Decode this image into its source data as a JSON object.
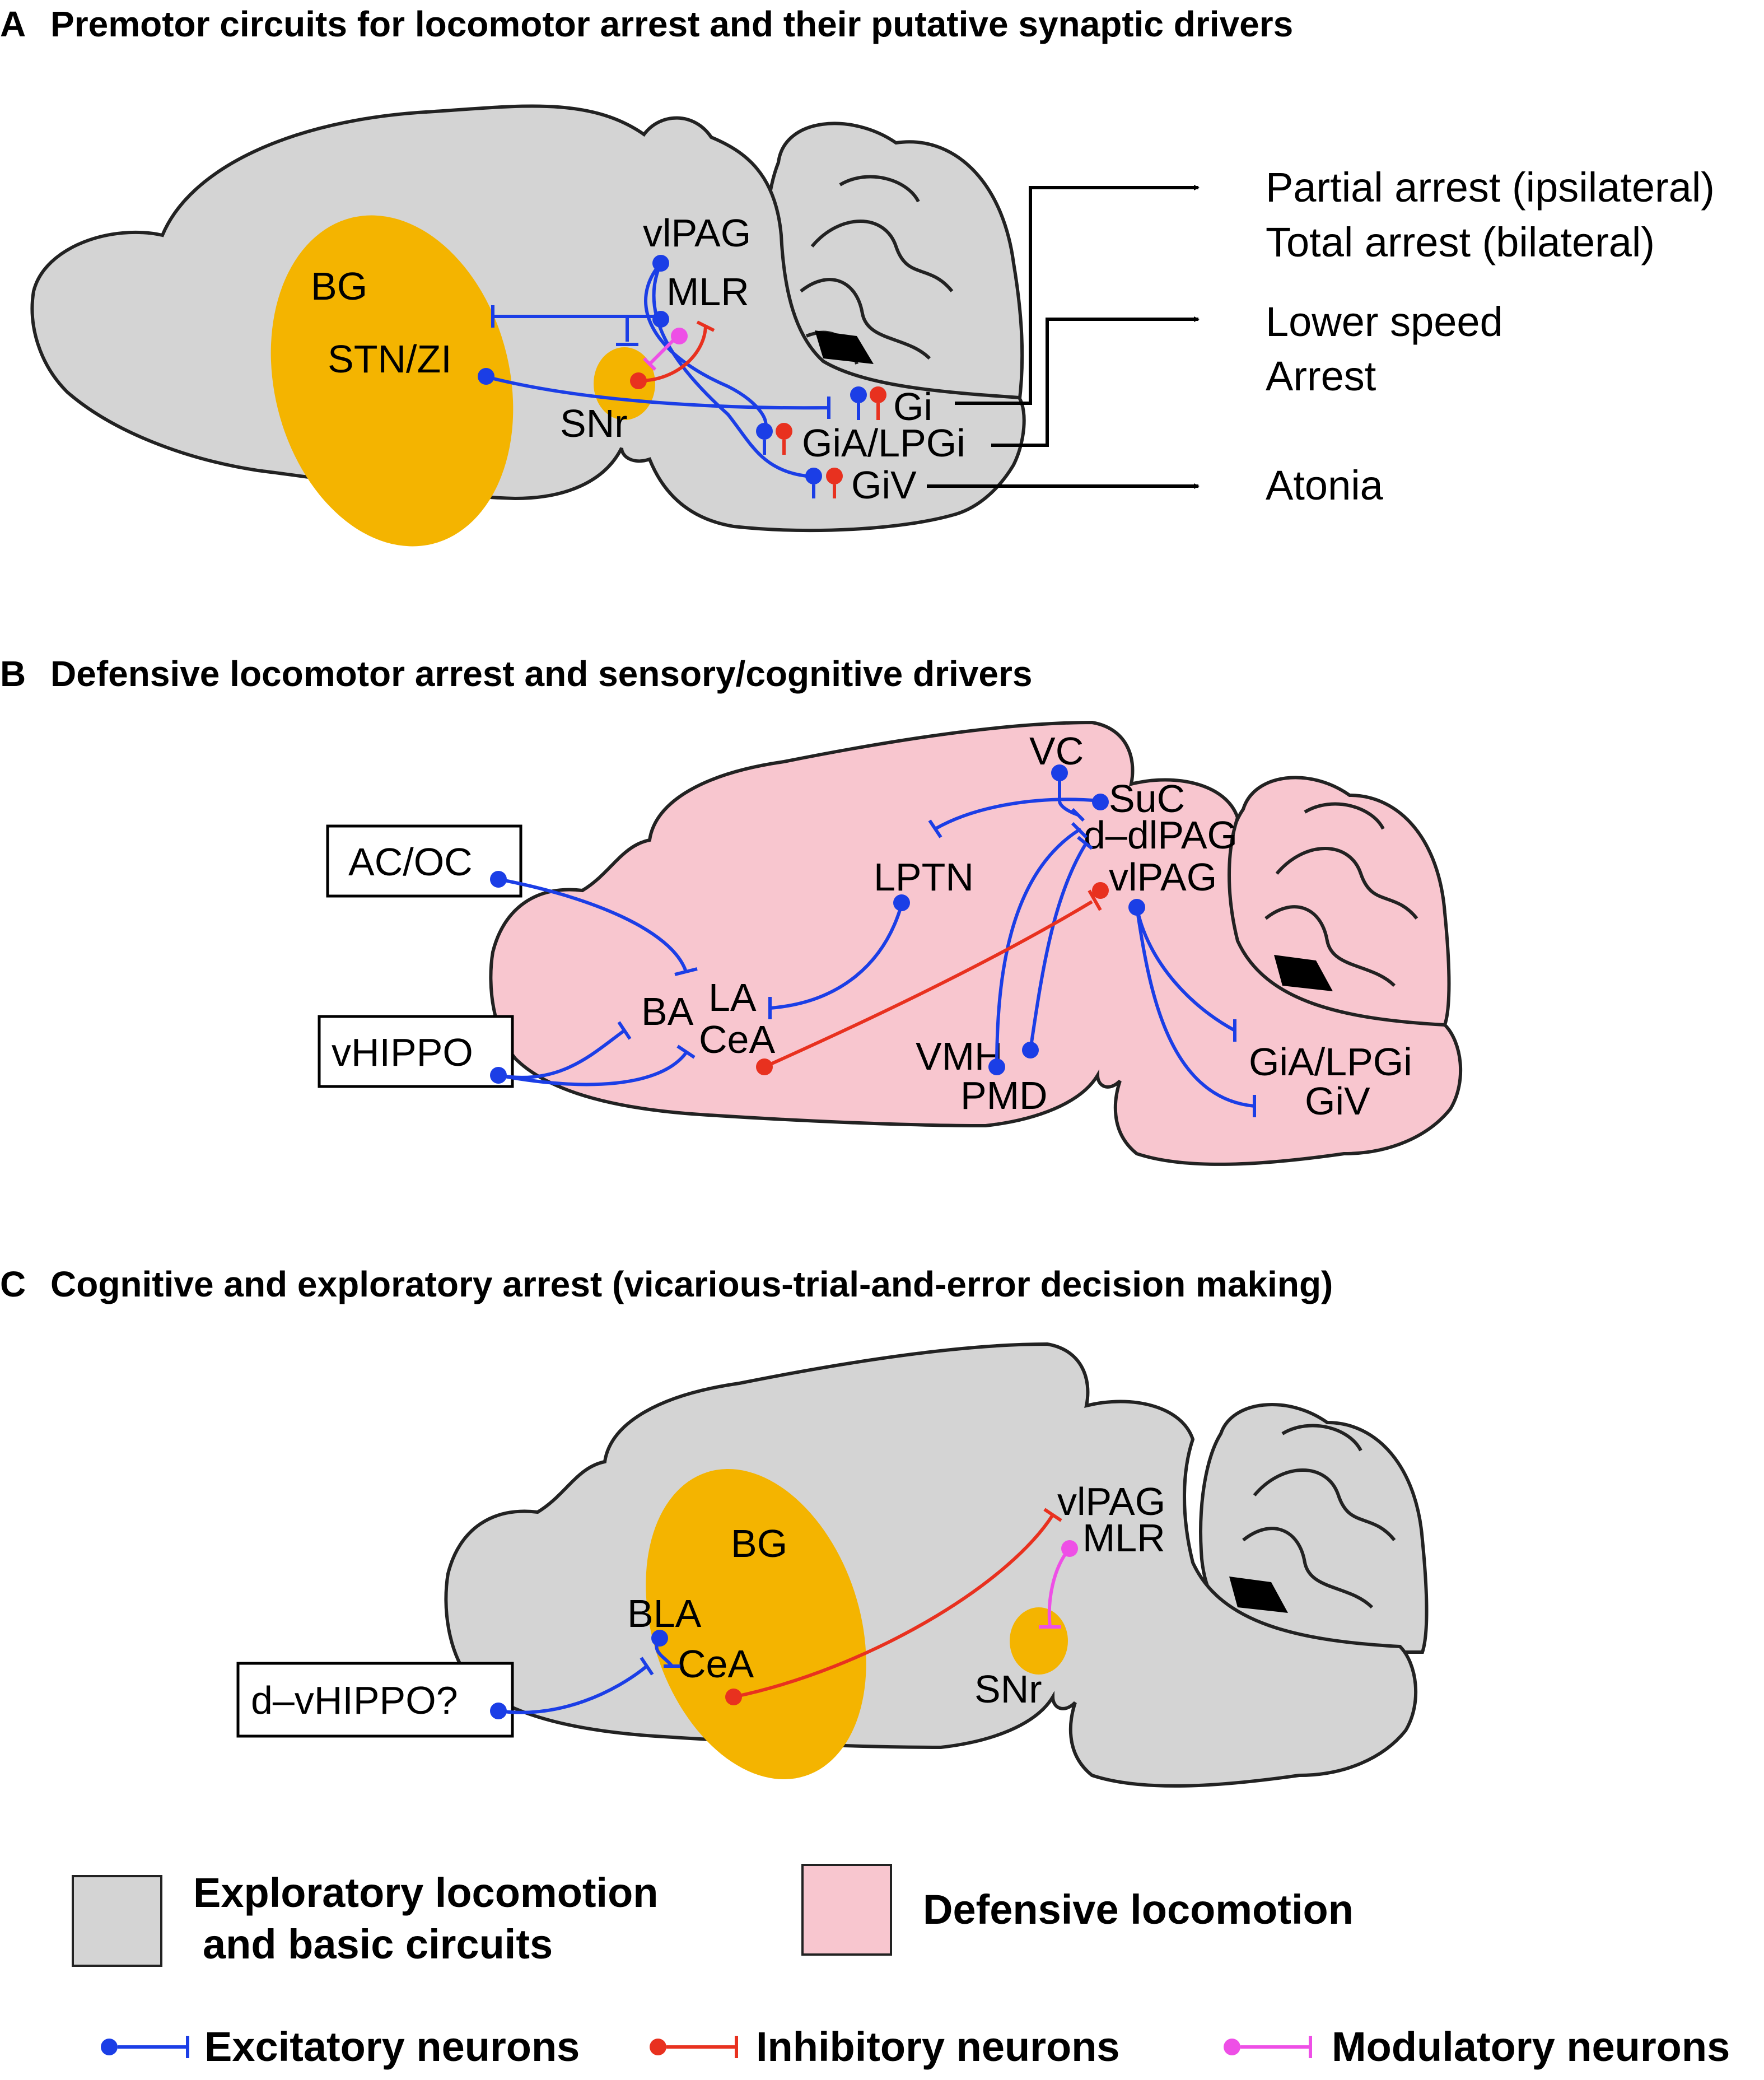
{
  "colors": {
    "exploratory_fill": "#d4d4d4",
    "defensive_fill": "#f8c6cf",
    "basal_nuclei": "#f4b400",
    "excitatory": "#1b3ee6",
    "inhibitory": "#e8311f",
    "modulatory": "#ee4fe6"
  },
  "panel_a": {
    "letter": "A",
    "title": "Premotor circuits for locomotor arrest and their putative synaptic drivers",
    "labels": {
      "bg": "BG",
      "stn_zi": "STN/ZI",
      "snr": "SNr",
      "vlpag": "vlPAG",
      "mlr": "MLR",
      "gi": "Gi",
      "gia_lpgi": "GiA/LPGi",
      "giv": "GiV"
    },
    "outputs": {
      "gi_line1": "Partial arrest (ipsilateral)",
      "gi_line2": "Total arrest (bilateral)",
      "gia_line1": "Lower speed",
      "gia_line2": "Arrest",
      "giv_line1": "Atonia"
    }
  },
  "panel_b": {
    "letter": "B",
    "title": "Defensive locomotor arrest and sensory/cognitive drivers",
    "labels": {
      "ac_oc": "AC/OC",
      "vhippo": "vHIPPO",
      "ba": "BA",
      "la": "LA",
      "cea": "CeA",
      "lptn": "LPTN",
      "vc": "VC",
      "suc": "SuC",
      "d_dlpag": "d–dlPAG",
      "vlpag": "vlPAG",
      "vmh": "VMH",
      "pmd": "PMD",
      "gia_lpgi": "GiA/LPGi",
      "giv": "GiV"
    }
  },
  "panel_c": {
    "letter": "C",
    "title": "Cognitive and exploratory arrest  (vicarious-trial-and-error decision making)",
    "labels": {
      "d_vhippo": "d–vHIPPO?",
      "bla": "BLA",
      "cea": "CeA",
      "bg": "BG",
      "vlpag": "vlPAG",
      "mlr": "MLR",
      "snr": "SNr"
    }
  },
  "legend": {
    "exploratory_line1": "Exploratory locomotion",
    "exploratory_line2": "and basic circuits",
    "defensive": "Defensive locomotion",
    "excitatory": "Excitatory neurons",
    "inhibitory": "Inhibitory neurons",
    "modulatory": "Modulatory neurons"
  }
}
